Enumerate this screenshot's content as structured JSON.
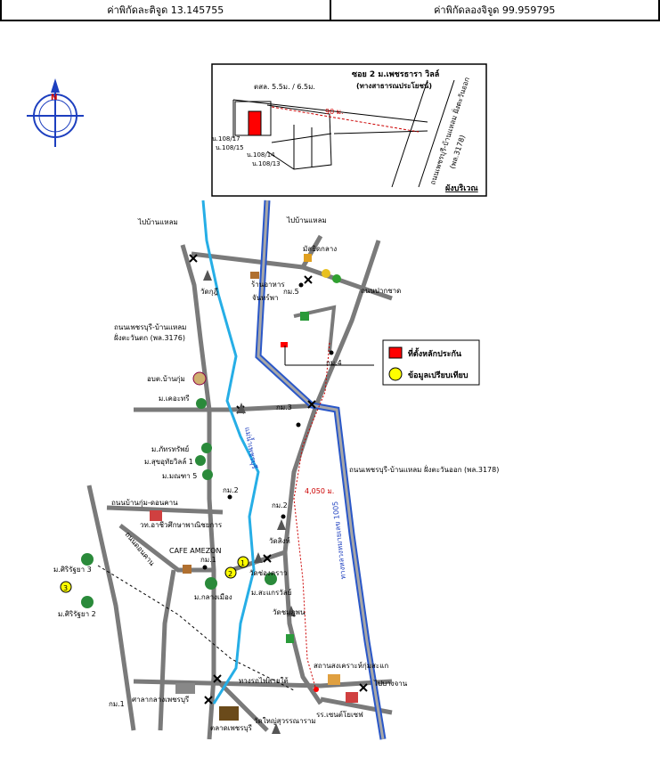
{
  "coords": {
    "lat": "ค่าพิกัดละติจูด 13.145755",
    "lon": "ค่าพิกัดลองจิจูด 99.959795"
  },
  "compass": {
    "north": "N"
  },
  "inset": {
    "soi_label": "ซอย 2 ม.เพชรธารา วิลล์",
    "soi_sub": "(ทางสาธารณประโยชน์)",
    "building": "ตสล. 5.5ม. / 6.5ม.",
    "dist": "90 ม.",
    "lots": [
      "น.108/17",
      "น.108/15",
      "น.108/14",
      "น.108/13"
    ],
    "road": "ถนนเพชรบุรี-บ้านแหลม ฝั่งตะวันออก",
    "road_code": "(พล.3178)",
    "caption": "ผังบริเวณ"
  },
  "legend": {
    "items": [
      {
        "label": "ที่ตั้งหลักประกัน",
        "color": "#ff0000"
      },
      {
        "label": "ข้อมูลเปรียบเทียบ",
        "color": "#ffff00"
      }
    ]
  },
  "map": {
    "labels": {
      "to_banlaem_1": "ไปบ้านแหลม",
      "to_banlaem_2": "ไปบ้านแหลม",
      "mosque": "มัสยิดกลาง",
      "wat_kudi": "วัดกุฎี",
      "restaurant": "ร้านอาหาร",
      "restaurant2": "จันทร์พา",
      "km5": "กม.5",
      "pak_chan": "ถนนปากชาด",
      "road_west": "ถนนเพชรบุรี-บ้านแหลม",
      "road_west2": "ฝั่งตะวันตก (พล.3176)",
      "km4": "กม.4",
      "obt": "อบต.บ้านกุ่ม",
      "m_thep": "ม.เคอะทรี",
      "km3": "กม.3",
      "river": "แม่น้ำเพชรบุรี",
      "m_phat": "ม.ภัทรทรัพย์",
      "m_sukhon": "ม.สุขอุทัยวิลล์ 1",
      "m_manee": "ม.มณฑา 5",
      "road_east": "ถนนเพชรบุรี-บ้านแหลม ฝั่งตะวันออก (พล.3178)",
      "dist_4050": "4,050 ม.",
      "km2a": "กม.2",
      "km2b": "กม.2",
      "road_bankum": "ถนนบ้านกุ่ม-ดอนคาน",
      "college": "วท.อาชีวศึกษาพาณิชยการ",
      "wat_sing": "วัดสิงห์",
      "road_donkhan": "ถนนดอนคาน",
      "cafe": "CAFE AMEZON",
      "km1a": "กม.1",
      "m_sirirat3": "ม.ศิริรัฐยา 3",
      "wat_chong": "วัดช่องคราว",
      "m_klang": "ม.กลางเมือง",
      "m_sakaew": "ม.สะแกรวัลย์",
      "wat_thong": "วัดชมภูพน",
      "m_sirirat2": "ม.ศิริรัฐยา 2",
      "hwy": "ทางหลวงหมายเลข 1005",
      "station": "สถานสงเคราะห์กุ่มสะแก",
      "rail": "ทางรถไฟสายใต้",
      "to_bangchan": "ไปบางจาน",
      "court": "ศาลากลางเพชรบุรี",
      "km1b": "กม.1",
      "market": "ตลาดเพชรบุรี",
      "wat_yai": "วัดใหญ่สุวรรณาราม",
      "school": "รร.เซนต์โยเซฟ"
    },
    "markers": [
      "1",
      "2",
      "3"
    ]
  }
}
